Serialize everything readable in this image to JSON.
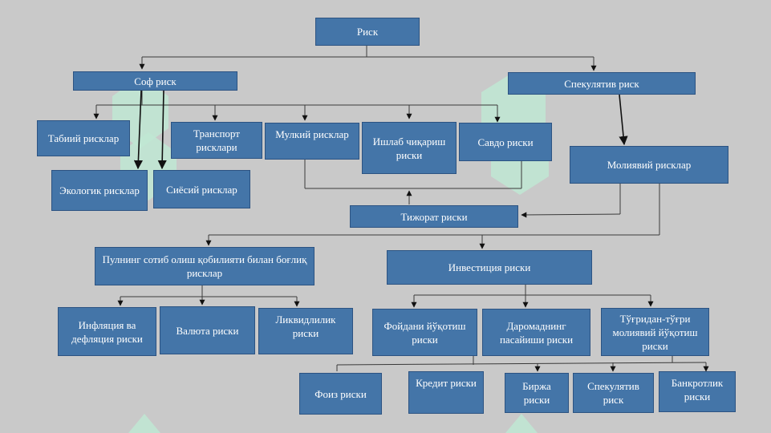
{
  "nodes": {
    "risk": "Риск",
    "pure_risk": "Соф риск",
    "speculative_risk": "Спекулятив риск",
    "natural_risks": "Табиий рисклар",
    "ecological_risks": "Экологик рисклар",
    "transport_risks": "Транспорт рисклари",
    "political_risks": "Сиёсий рисклар",
    "property_risks": "Мулкий рисклар",
    "production_risks": "Ишлаб чиқариш риски",
    "trade_risks": "Савдо риски",
    "financial_risks": "Молиявий рисклар",
    "commerce_risks": "Тижорат риски",
    "purchasing_power_risks": "Пулнинг сотиб олиш қобилияти билан боғлиқ рисклар",
    "investment_risks": "Инвестиция риски",
    "inflation_risks": "Инфляция ва дефляция риски",
    "currency_risks": "Валюта риски",
    "liquidity_risks": "Ликвидлилик риски",
    "lost_profit_risks": "Фойдани йўқотиш риски",
    "income_decrease_risks": "Даромаднинг пасайиши риски",
    "direct_loss_risks": "Тўғридан-тўғри молиявий йўқотиш риски",
    "interest_risks": "Фоиз риски",
    "credit_risks": "Кредит риски",
    "exchange_risks": "Биржа риски",
    "speculative_sub_risks": "Спекулятив риск",
    "bankruptcy_risks": "Банкротлик риски"
  },
  "colors": {
    "box_fill": "#4475a8",
    "box_border": "#2c5382",
    "text": "#ffffff",
    "background": "#c9c9c9",
    "connector": "#3a3a3a"
  }
}
